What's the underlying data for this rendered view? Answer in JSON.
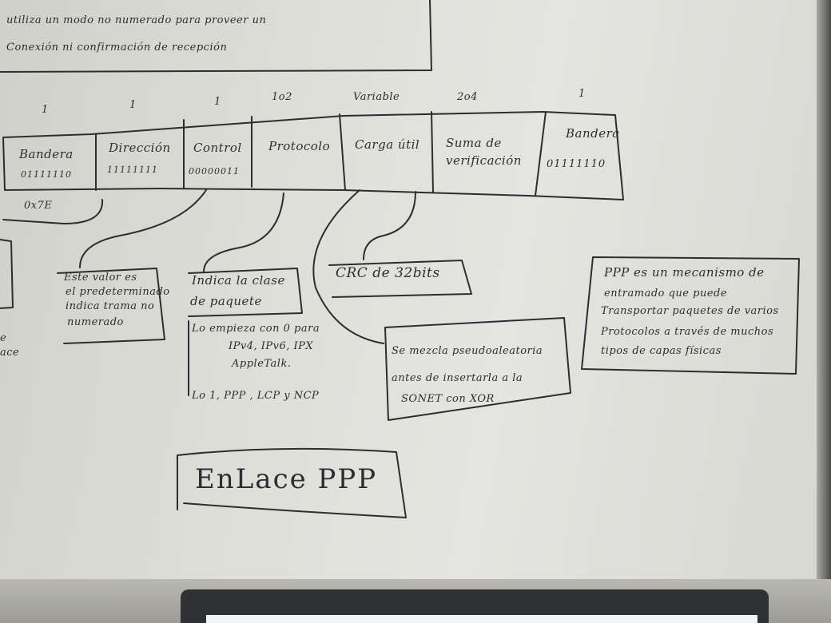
{
  "top_note": {
    "line1": "utiliza un modo no numerado para proveer un",
    "line2": "Conexión ni confirmación de recepción"
  },
  "frame": {
    "fields": [
      {
        "label": "Bandera",
        "bits": "01111110",
        "size": "1"
      },
      {
        "label": "Dirección",
        "bits": "11111111",
        "size": "1"
      },
      {
        "label": "Control",
        "bits": "00000011",
        "size": "1"
      },
      {
        "label": "Protocolo",
        "bits": "",
        "size": "1o2"
      },
      {
        "label": "Carga útil",
        "bits": "",
        "size": "Variable"
      },
      {
        "label": "Suma de verificación",
        "bits": "",
        "size": "2o4"
      },
      {
        "label": "Bandera",
        "bits": "01111110",
        "size": "1"
      }
    ],
    "hex_note": "0x7E"
  },
  "notes": {
    "direccion": [
      "Este valor es",
      "el predeterminado",
      "indica trama no",
      "numerado"
    ],
    "protocolo": [
      "Indica la clase",
      "de paquete"
    ],
    "protocolo_list": [
      "Lo empieza con 0 para",
      "IPv4, IPv6, IPX",
      "AppleTalk.",
      "Lo 1, PPP , LCP y NCP"
    ],
    "checksum": "CRC de 32bits",
    "payload": [
      "Se mezcla pseudoaleatoria",
      "antes de insertarla a la",
      "SONET con XOR"
    ],
    "definition": [
      "PPP es un mecanismo de",
      "entramado que puede",
      "Transportar paquetes de varios",
      "Protocolos a través de muchos",
      "tipos de capas físicas"
    ],
    "left_edge": [
      "e",
      "ace"
    ]
  },
  "title": "EnLace PPP",
  "colors": {
    "ink": "#2b2d33",
    "board": "#dedfd9"
  }
}
